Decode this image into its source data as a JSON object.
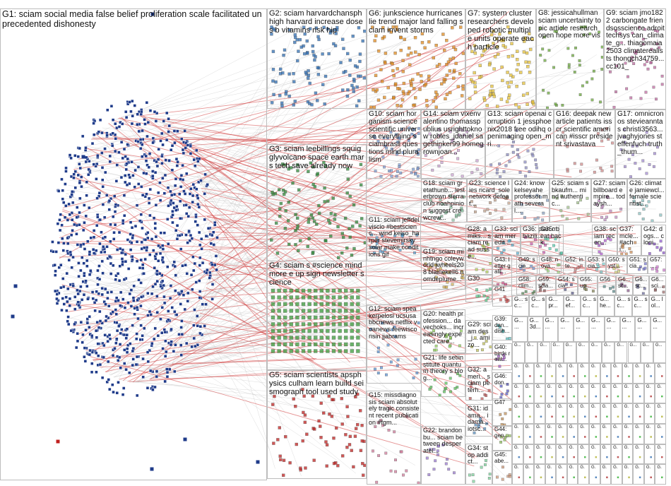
{
  "groups": [
    {
      "id": "G1",
      "label": "G1: sciam social media false belief proliferation scale facilitated unprecedented dishonesty",
      "color": "#1f3b8a",
      "count": 900
    },
    {
      "id": "G2",
      "label": "G2: sciam harvardchansph high harvard increase doses b vitamins risk hip",
      "color": "#2f6db3",
      "count": 110
    },
    {
      "id": "G3",
      "label": "G3: sciam leebillings squigglyvolcano space earth mars tech save already now",
      "color": "#2f8a3a",
      "count": 90
    },
    {
      "id": "G4",
      "label": "G4: sciam s #science mind more e up sign newsletter science",
      "color": "#3a9a3a",
      "count": 150
    },
    {
      "id": "G5",
      "label": "G5: sciam scientists apsphysics culham learn build seismograph tool used study",
      "color": "#c0201f",
      "count": 70
    },
    {
      "id": "G6",
      "label": "G6: junkscience hurricanes lie trend major land falling sciam invent storms",
      "color": "#e08a1e",
      "count": 120
    },
    {
      "id": "G7",
      "label": "G7: system cluster researchers developed robotic multiple units operate each particle",
      "color": "#e6c23a",
      "count": 90
    },
    {
      "id": "G8",
      "label": "G8: jessicahullman sciam uncertainty topic article research open hope more vis",
      "color": "#6aa83a",
      "count": 40
    },
    {
      "id": "G9",
      "label": "G9: sciam jmo1822 carbongate friendsosscience adroittechsys can_climate_g... thiagomaia2503 climaterealists thongch34759... cc101_",
      "color": "#c06aa0",
      "count": 40
    },
    {
      "id": "G10",
      "label": "G10: sciam horganism science scientific universe everything sciambrasil questions mind pluralism",
      "color": "#7a9ad0",
      "count": 50
    },
    {
      "id": "G14",
      "label": "G14: sciam vixenvalentino thomasspublius usrighttoknow robles_jdaniel sagethinker99 homegrownjoan...",
      "color": "#c9a0d0",
      "count": 30
    },
    {
      "id": "G13",
      "label": "G13: sciam openai corruption 1 jessphoenix2018 free odihq openimaging open_mri...",
      "color": "#8a8ac0",
      "count": 30
    },
    {
      "id": "G16",
      "label": "G16: deepak new article patients isscr scientific american #isscr president srivastava",
      "color": "#d08a8a",
      "count": 20
    },
    {
      "id": "G17",
      "label": "G17: omnicronos stevieanntas christi3563... jvaghyjones steffenfuch truth_thum...",
      "color": "#a08ad0",
      "count": 20
    },
    {
      "id": "G18",
      "label": "G18: sciam gretathunb... lesterbrown sierraclub noahpinion suggest crewcrew...",
      "color": "#8ac0a0",
      "count": 20
    },
    {
      "id": "G23",
      "label": "G23: science lies ricard_sole network defeat...",
      "color": "#c0a08a",
      "count": 15
    },
    {
      "id": "G24",
      "label": "G24: know kelseyahe professor math several...",
      "color": "#8aa0c0",
      "count": 12
    },
    {
      "id": "G25",
      "label": "G25: sciam sbkaufm... mind authentic...",
      "color": "#a0c08a",
      "count": 12
    },
    {
      "id": "G27",
      "label": "G27: sciam billboard empire... todaysh...",
      "color": "#c08ac0",
      "count": 12
    },
    {
      "id": "G26",
      "label": "G26: climate jamiewcl... female scientist...",
      "color": "#8ac0c0",
      "count": 12
    },
    {
      "id": "G11",
      "label": "G11: sciam jeffdelviscio #bestscienc... wind kelso_harper stevemirsky solar make conditions gif",
      "color": "#5aa0d0",
      "count": 25
    },
    {
      "id": "G19",
      "label": "G19: sciam minhtngo coleyworld jwheels208 blainekell6 nomdeplume...",
      "color": "#d0b05a",
      "count": 20
    },
    {
      "id": "G28",
      "label": "G28: amiks... sciam read susse...",
      "color": "#b0d05a",
      "count": 10
    },
    {
      "id": "G33",
      "label": "G33: sciam meredit...",
      "color": "#5ab0d0",
      "count": 8
    },
    {
      "id": "G36",
      "label": "G36: plan mbazili...",
      "color": "#d05ab0",
      "count": 8
    },
    {
      "id": "G35",
      "label": "G35: beat back...",
      "color": "#5ad0b0",
      "count": 8
    },
    {
      "id": "G38",
      "label": "G38: sciam recen...",
      "color": "#b05ad0",
      "count": 8
    },
    {
      "id": "G37",
      "label": "G37: mcle... #achi...",
      "color": "#d0905a",
      "count": 8
    },
    {
      "id": "G42",
      "label": "G42: dogs... cloni...",
      "color": "#905ad0",
      "count": 8
    },
    {
      "id": "G12",
      "label": "G12: sciam speakerpelosi ucsusa bbcnews netflix voanews feewisconsin jjabrams",
      "color": "#5a90d0",
      "count": 20
    },
    {
      "id": "G20",
      "label": "G20: health profession... davechoks... increasingly expected care...",
      "color": "#90d05a",
      "count": 15
    },
    {
      "id": "G30",
      "label": "G30",
      "color": "#5ad090",
      "count": 8
    },
    {
      "id": "G43",
      "label": "G43: letter galil...",
      "color": "#d05a90",
      "count": 6
    },
    {
      "id": "G41",
      "label": "G41",
      "color": "#d05a5a",
      "count": 6
    },
    {
      "id": "G29",
      "label": "G29: sciam des_j... amizo...",
      "color": "#c0c05a",
      "count": 8
    },
    {
      "id": "G39",
      "label": "G39: dan... dish...",
      "color": "#5ac0c0",
      "count": 6
    },
    {
      "id": "G40",
      "label": "G40: birds real...",
      "color": "#a05ac0",
      "count": 6
    },
    {
      "id": "G21",
      "label": "G21: life setiinstitute quantum theory s blog...",
      "color": "#5ac05a",
      "count": 15
    },
    {
      "id": "G32",
      "label": "G32: ameri... sciam peterh...",
      "color": "#c05a5a",
      "count": 8
    },
    {
      "id": "G46",
      "label": "G46: don...",
      "color": "#5a5ac0",
      "count": 6
    },
    {
      "id": "G47",
      "label": "G47",
      "color": "#c0905a",
      "count": 6
    },
    {
      "id": "G31",
      "label": "G31: idama... idama... iotsc...",
      "color": "#5a90c0",
      "count": 8
    },
    {
      "id": "G44",
      "label": "G44: gen...",
      "color": "#90c05a",
      "count": 6
    },
    {
      "id": "G15",
      "label": "G15: missdiagnosis sciam absolutely tragic consistent recent publication #fgm...",
      "color": "#d07a9a",
      "count": 20
    },
    {
      "id": "G22",
      "label": "G22: brandonbu... sciam between desperatel...",
      "color": "#9a7ad0",
      "count": 15
    },
    {
      "id": "G34",
      "label": "G34: stop addict...",
      "color": "#7ad09a",
      "count": 8
    },
    {
      "id": "G45",
      "label": "G45: abe...",
      "color": "#d09a7a",
      "count": 6
    },
    {
      "id": "G49",
      "label": "G49: scia...",
      "color": "#7a9ad0",
      "count": 5
    },
    {
      "id": "G48",
      "label": "G48: nova...",
      "color": "#9ad07a",
      "count": 5
    },
    {
      "id": "G52",
      "label": "G52: inte...",
      "color": "#d07a7a",
      "count": 5
    },
    {
      "id": "G53",
      "label": "G53: scia...",
      "color": "#7ad0d0",
      "count": 5
    },
    {
      "id": "G50",
      "label": "G50: syst...",
      "color": "#d0d07a",
      "count": 5
    },
    {
      "id": "G51",
      "label": "G51: scia...",
      "color": "#7a7ad0",
      "count": 5
    },
    {
      "id": "G57",
      "label": "G57: ...",
      "color": "#d07ad0",
      "count": 5
    },
    {
      "id": "G58",
      "label": "G58: clim...",
      "color": "#5a8a5a",
      "count": 4
    },
    {
      "id": "G59",
      "label": "G59: scia...",
      "color": "#8a5a5a",
      "count": 4
    },
    {
      "id": "G54",
      "label": "G54: scia...",
      "color": "#5a5a8a",
      "count": 4
    },
    {
      "id": "G55",
      "label": "G55: up...",
      "color": "#8a8a5a",
      "count": 4
    },
    {
      "id": "G56",
      "label": "G56",
      "color": "#5a8a8a",
      "count": 4
    },
    {
      "id": "G60",
      "label": "G6... sc...",
      "color": "#8a5a8a",
      "count": 4
    },
    {
      "id": "G61",
      "label": "G6... sc...",
      "color": "#6a6a9a",
      "count": 4
    },
    {
      "id": "G62",
      "label": "G6... sci...",
      "color": "#9a6a6a",
      "count": 4
    }
  ],
  "small_labels": {
    "row1": [
      "G... sc...",
      "G... sc...",
      "G... pr...",
      "G... ef...",
      "G... sc...",
      "G... he...",
      "G... sc...",
      "G... sc...",
      "G... lol..."
    ],
    "row2": [
      "G... ...",
      "G... 3d...",
      "G... ...",
      "G... ...",
      "G... ...",
      "G... ...",
      "G... ...",
      "G... ...",
      "G... ...",
      "G... ..."
    ],
    "row3": [
      "G...",
      "G...",
      "G...",
      "G...",
      "G...",
      "G...",
      "G...",
      "G...",
      "G...",
      "G...",
      "G...",
      "G..."
    ],
    "more": [
      "G.",
      "G.",
      "G.",
      "G.",
      "G.",
      "G.",
      "G.",
      "G.",
      "G.",
      "G.",
      "G.",
      "G.",
      "G.",
      "G."
    ]
  }
}
